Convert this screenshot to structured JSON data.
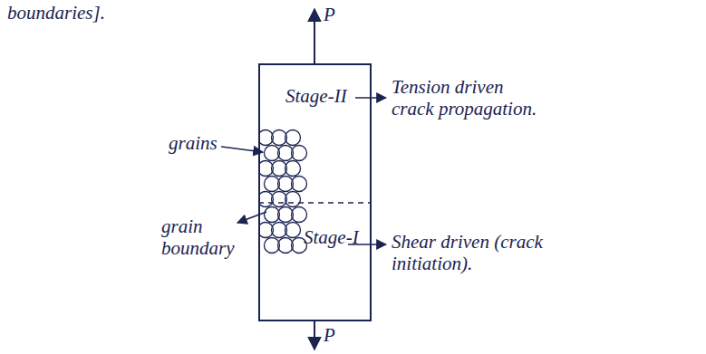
{
  "diagram": {
    "nodes": [
      {
        "text": [
          "Stage-II",
          "Stage-I"
        ]
      }
    ],
    "labels": [
      "boundaries].",
      "P",
      "grains",
      "grain boundary",
      "Tension driven crack propagation.",
      "Shear driven (crack initiation).",
      "P"
    ]
  }
}
